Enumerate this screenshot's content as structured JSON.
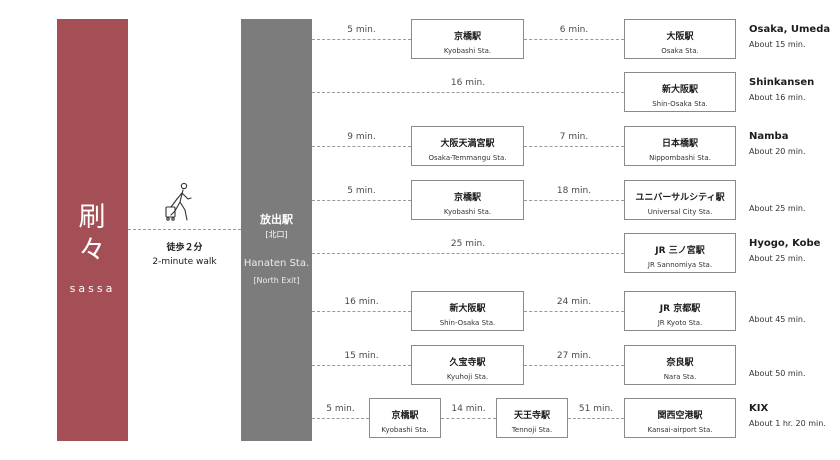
{
  "hotel": {
    "name_jp": "刷\n々",
    "name_en": "sassa"
  },
  "walk": {
    "label_jp": "徒歩２分",
    "label_en": "2-minute walk"
  },
  "origin_station": {
    "name_jp": "放出駅",
    "exit_jp": "[北口]",
    "name_en": "Hanaten Sta.",
    "exit_en": "[North Exit]"
  },
  "routes": [
    {
      "legs": [
        "5 min.",
        "6 min."
      ],
      "stops": [
        {
          "jp": "京橋駅",
          "en": "Kyobashi Sta."
        }
      ],
      "dest": {
        "jp": "大阪駅",
        "en": "Osaka Sta."
      },
      "area": "Osaka, Umeda",
      "time": "About 15 min."
    },
    {
      "legs": [
        "16 min."
      ],
      "stops": [],
      "dest": {
        "jp": "新大阪駅",
        "en": "Shin-Osaka Sta."
      },
      "area": "Shinkansen",
      "time": "About 16 min."
    },
    {
      "legs": [
        "9 min.",
        "7 min."
      ],
      "stops": [
        {
          "jp": "大阪天満宮駅",
          "en": "Osaka-Temmangu Sta."
        }
      ],
      "dest": {
        "jp": "日本橋駅",
        "en": "Nippombashi Sta."
      },
      "area": "Namba",
      "time": "About 20 min."
    },
    {
      "legs": [
        "5 min.",
        "18 min."
      ],
      "stops": [
        {
          "jp": "京橋駅",
          "en": "Kyobashi Sta."
        }
      ],
      "dest": {
        "jp": "ユニバーサルシティ駅",
        "en": "Universal City Sta."
      },
      "area": "",
      "time": "About 25 min."
    },
    {
      "legs": [
        "25 min."
      ],
      "stops": [],
      "dest": {
        "jp": "JR 三ノ宮駅",
        "en": "JR Sannomiya Sta."
      },
      "area": "Hyogo, Kobe",
      "time": "About 25 min."
    },
    {
      "legs": [
        "16 min.",
        "24 min."
      ],
      "stops": [
        {
          "jp": "新大阪駅",
          "en": "Shin-Osaka Sta."
        }
      ],
      "dest": {
        "jp": "JR 京都駅",
        "en": "JR Kyoto Sta."
      },
      "area": "",
      "time": "About 45 min."
    },
    {
      "legs": [
        "15 min.",
        "27 min."
      ],
      "stops": [
        {
          "jp": "久宝寺駅",
          "en": "Kyuhoji Sta."
        }
      ],
      "dest": {
        "jp": "奈良駅",
        "en": "Nara Sta."
      },
      "area": "",
      "time": "About 50 min."
    },
    {
      "legs": [
        "5 min.",
        "14 min.",
        "51 min."
      ],
      "stops": [
        {
          "jp": "京橋駅",
          "en": "Kyobashi Sta."
        },
        {
          "jp": "天王寺駅",
          "en": "Tennoji Sta."
        }
      ],
      "dest": {
        "jp": "関西空港駅",
        "en": "Kansai-airport Sta."
      },
      "area": "KIX",
      "time": "About 1 hr. 20 min."
    }
  ]
}
